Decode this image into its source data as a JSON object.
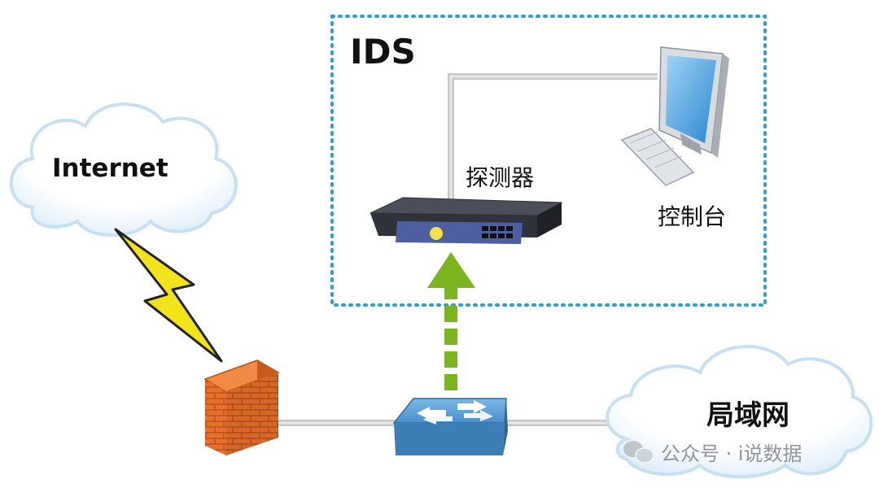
{
  "diagram": {
    "ids_label": "IDS",
    "internet_label": "Internet",
    "sensor_label": "探测器",
    "console_label": "控制台",
    "lan_label": "局域网",
    "watermark_text": "公众号 · i说数据"
  },
  "colors": {
    "ids_border": "#2a9fd8",
    "arrow_green": "#7ab51d",
    "firewall_orange": "#e9702a",
    "switch_blue": "#3b7fb6",
    "lightning_yellow": "#f2e21a",
    "cable_gray": "#c8c8c8"
  },
  "icons": {
    "internet": "cloud-icon",
    "lan": "cloud-icon",
    "link": "lightning-icon",
    "firewall": "brick-firewall-icon",
    "switch": "network-switch-icon",
    "sensor": "rack-appliance-icon",
    "console": "desktop-computer-icon",
    "watermark": "wechat-icon"
  }
}
